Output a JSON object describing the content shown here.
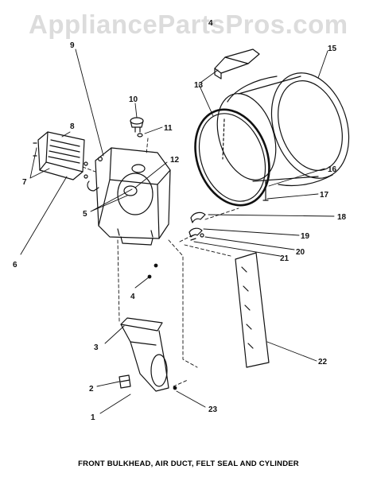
{
  "watermark": "AppliancePartsPros.com",
  "caption": "FRONT BULKHEAD, AIR DUCT, FELT SEAL AND CYLINDER",
  "callouts": {
    "c1": "1",
    "c2": "2",
    "c3": "3",
    "c4a": "4",
    "c4b": "4",
    "c5": "5",
    "c6": "6",
    "c7": "7",
    "c8": "8",
    "c9": "9",
    "c10": "10",
    "c11": "11",
    "c12": "12",
    "c13": "13",
    "c15": "15",
    "c16": "16",
    "c17": "17",
    "c18": "18",
    "c19": "19",
    "c20": "20",
    "c21": "21",
    "c22": "22",
    "c23": "23"
  },
  "colors": {
    "ink": "#111111",
    "watermark": "#dcdcdc",
    "background": "#ffffff"
  }
}
